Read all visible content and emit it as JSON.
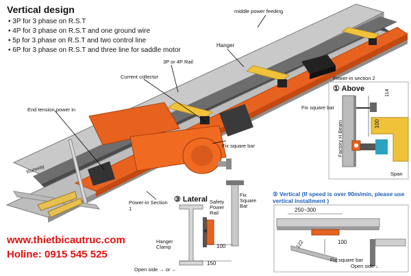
{
  "header": {
    "title": "Vertical design",
    "bullets": [
      "3P for 3 phase on R.S.T",
      "4P for 3 phase on R.S.T and one ground wire",
      "5p for 3 phase on R.S.T and two control line",
      "6P for 3 phase on R.S.T and three line for saddle motor"
    ]
  },
  "labels": {
    "middle_feeding": "middle power feeding",
    "hanger": "Hanger",
    "rail": "3P or 4P Rail",
    "collector": "Current collector",
    "end_tension": "End tension power in",
    "runway": "Runway",
    "fix_bar_main": "Fix square bar",
    "power_in_1": "Power-in Section 1",
    "power_in_2": "Power-in section 2"
  },
  "above": {
    "title": "① Above",
    "fix_bar": "Fix square bar",
    "dim_114": "114",
    "dim_100": "100",
    "beam": "Factory H Beam",
    "span": "Span"
  },
  "lateral": {
    "title": "③ Lateral",
    "safety_rail": "Safety Power Rail",
    "hanger_clamp": "Hanger Clamp",
    "fix_bar": "Fix Square Bar",
    "dim_100": "100",
    "dim_150": "150",
    "open_side": "Open side → or ←"
  },
  "vertical": {
    "title": "② Vertical (If speed is over 90m/min, please use vertical installment )",
    "dim_range": "250~300",
    "dim_100": "100",
    "dim_angle": "122",
    "fix_bar": "Fix square bar",
    "open_side": "Open side ↓"
  },
  "contact": {
    "website": "www.thietbicautruc.com",
    "hotline": "Holine: 0915 545 525"
  },
  "colors": {
    "orange": "#e8621f",
    "yellow": "#f0c23a",
    "red": "#e01010",
    "blue": "#1f5fbf"
  }
}
